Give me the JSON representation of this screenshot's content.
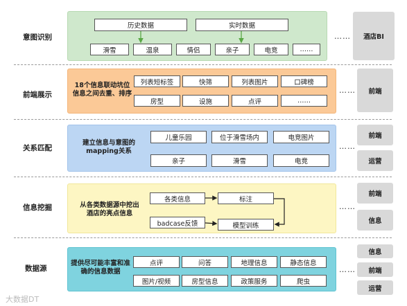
{
  "rows": {
    "intent": {
      "label": "意图识别"
    },
    "frontend": {
      "label": "前端展示"
    },
    "relation": {
      "label": "关系匹配"
    },
    "mining": {
      "label": "信息挖掘"
    },
    "source": {
      "label": "数据源"
    }
  },
  "intent": {
    "top_boxes": [
      "历史数据",
      "实时数据"
    ],
    "tags": [
      "滑雪",
      "温泉",
      "情侣",
      "亲子",
      "电竞",
      "……"
    ],
    "side": "酒店BI"
  },
  "frontend": {
    "desc": "18个信息联动坑位\n信息之间去重、排序",
    "boxes": [
      "列表短标签",
      "快筛",
      "列表图片",
      "口碑榜",
      "房型",
      "设施",
      "点评",
      "……"
    ],
    "side": "前端"
  },
  "relation": {
    "desc": "建立信息与意图的\nmapping关系",
    "boxes": [
      "儿童乐园",
      "位于滑雪场内",
      "电竞图片",
      "亲子",
      "滑雪",
      "电竞"
    ],
    "side": [
      "前端",
      "运营"
    ]
  },
  "mining": {
    "desc": "从各类数据源中挖出\n酒店的亮点信息",
    "boxes": [
      "各类信息",
      "标注",
      "badcase反馈",
      "模型训练"
    ],
    "side": [
      "前端",
      "信息"
    ]
  },
  "source": {
    "desc": "提供尽可能丰富和准\n确的信息数据",
    "boxes": [
      "点评",
      "问答",
      "地理信息",
      "静态信息",
      "图片/视频",
      "房型信息",
      "政策服务",
      "爬虫"
    ],
    "side": [
      "信息",
      "前端",
      "运营"
    ]
  },
  "dots": "……",
  "watermark": "大数据DT"
}
